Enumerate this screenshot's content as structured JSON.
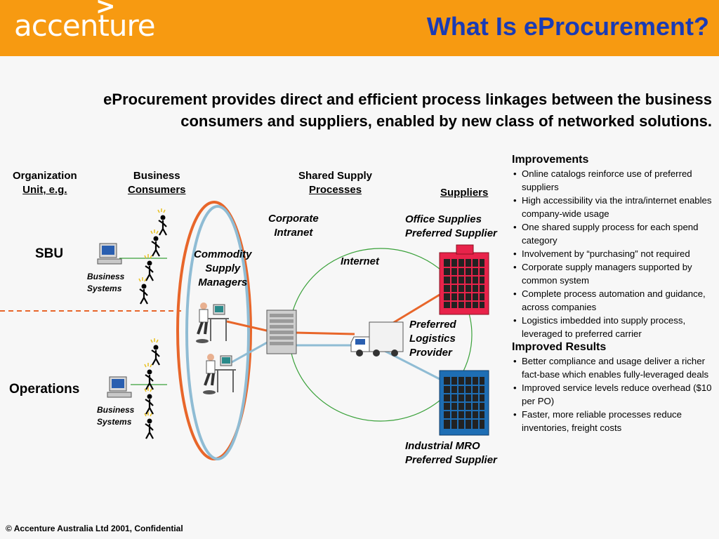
{
  "header": {
    "brand": "accenture",
    "brand_mark": ">",
    "title": "What Is eProcurement?"
  },
  "intro": "eProcurement provides direct and efficient process linkages between the business consumers and suppliers, enabled by new class of networked solutions.",
  "columns": {
    "org_unit_line1": "Organization",
    "org_unit_line2": "Unit, e.g.",
    "consumers_line1": "Business",
    "consumers_line2": "Consumers",
    "shared_line1": "Shared Supply",
    "shared_line2": "Processes",
    "suppliers": "Suppliers"
  },
  "units": {
    "sbu": "SBU",
    "operations": "Operations"
  },
  "systems": {
    "line1": "Business",
    "line2": "Systems"
  },
  "network": {
    "corporate_line1": "Corporate",
    "corporate_line2": "Intranet",
    "commodity_line1": "Commodity",
    "commodity_line2": "Supply",
    "commodity_line3": "Managers",
    "internet": "Internet"
  },
  "suppliers": {
    "office_line1": "Office Supplies",
    "office_line2": "Preferred Supplier",
    "logistics_line1": "Preferred",
    "logistics_line2": "Logistics",
    "logistics_line3": "Provider",
    "mro_line1": "Industrial MRO",
    "mro_line2": "Preferred Supplier"
  },
  "panel": {
    "improvements_title": "Improvements",
    "improvements": [
      "Online catalogs reinforce use of preferred suppliers",
      "High accessibility via the intra/internet enables company-wide usage",
      "One shared supply process for each spend category",
      "Involvement by “purchasing” not required",
      "Corporate supply managers supported by common system",
      "Complete process automation and guidance, across companies",
      "Logistics imbedded into supply process, leveraged to preferred carrier"
    ],
    "results_title": "Improved Results",
    "results": [
      "Better compliance and usage deliver a richer fact-base which enables fully-leveraged deals",
      "Improved service levels reduce overhead ($10 per PO)",
      "Faster, more reliable processes reduce inventories, freight costs"
    ]
  },
  "footer": "© Accenture Australia Ltd 2001, Confidential",
  "colors": {
    "header_bg": "#f79a11",
    "title_blue": "#1a3bb5",
    "orange_line": "#e8662a",
    "blue_line": "#8fbcd4",
    "green_line": "#3aa13a",
    "office_building": "#e8234a",
    "mro_building": "#1e6eb4"
  },
  "icons": [
    "stick-figure-icon",
    "computer-icon",
    "person-at-desk-icon",
    "server-icon",
    "truck-icon",
    "office-building-icon"
  ]
}
